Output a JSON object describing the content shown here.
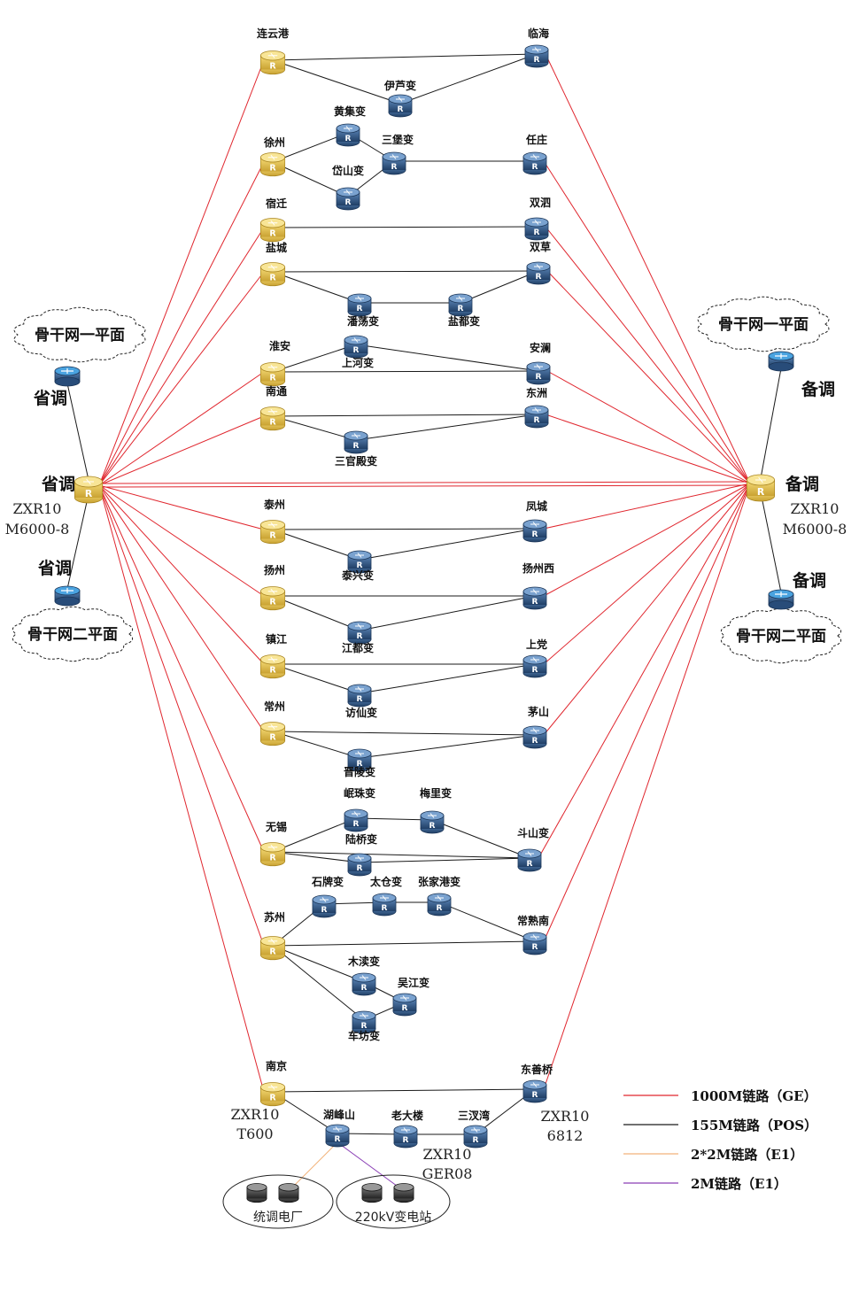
{
  "colors": {
    "ge": "#e0262e",
    "pos": "#1a1a1a",
    "e1x2": "#f2b27a",
    "e1": "#8a3fb5",
    "router_gold": "#e8c148",
    "router_blue": "#2f5b8f"
  },
  "core": [
    {
      "id": "shengdiao",
      "label": "省调",
      "model": [
        "ZXR10",
        "M6000-8"
      ]
    },
    {
      "id": "beidiao",
      "label": "备调",
      "model": [
        "ZXR10",
        "M6000-8"
      ]
    }
  ],
  "backbone": [
    {
      "id": "sd-p1",
      "label": "骨干网一平面",
      "router_label": "省调"
    },
    {
      "id": "sd-p2",
      "label": "骨干网二平面",
      "router_label": "省调"
    },
    {
      "id": "bd-p1",
      "label": "骨干网一平面",
      "router_label": "备调"
    },
    {
      "id": "bd-p2",
      "label": "骨干网二平面",
      "router_label": "备调"
    }
  ],
  "gold_nodes": [
    "连云港",
    "徐州",
    "宿迁",
    "盐城",
    "淮安",
    "南通",
    "泰州",
    "扬州",
    "镇江",
    "常州",
    "无锡",
    "苏州",
    "南京"
  ],
  "blue_nodes": [
    "临海",
    "伊芦变",
    "黄集变",
    "三堡变",
    "岱山变",
    "任庄",
    "双泗",
    "双草",
    "潘荡变",
    "盐都变",
    "上河变",
    "安澜",
    "东洲",
    "三官殿变",
    "凤城",
    "泰兴变",
    "扬州西",
    "江都变",
    "上党",
    "访仙变",
    "茅山",
    "晋陵变",
    "岷珠变",
    "梅里变",
    "陆桥变",
    "斗山变",
    "石牌变",
    "太仓变",
    "张家港变",
    "常熟南",
    "木渎变",
    "吴江变",
    "车坊变",
    "东善桥",
    "湖峰山",
    "老大楼",
    "三汊湾"
  ],
  "model_labels": {
    "nanjing": [
      "ZXR10",
      "T600"
    ],
    "dongshanqiao": [
      "ZXR10",
      "6812"
    ],
    "laodalou": [
      "ZXR10",
      "GER08"
    ]
  },
  "sites": [
    "统调电厂",
    "220kV变电站"
  ],
  "legend": [
    {
      "label": "1000M链路（GE）",
      "color": "#e0262e"
    },
    {
      "label": "155M链路（POS）",
      "color": "#1a1a1a"
    },
    {
      "label": "2*2M链路（E1）",
      "color": "#f2b27a"
    },
    {
      "label": "2M链路（E1）",
      "color": "#8a3fb5"
    }
  ]
}
